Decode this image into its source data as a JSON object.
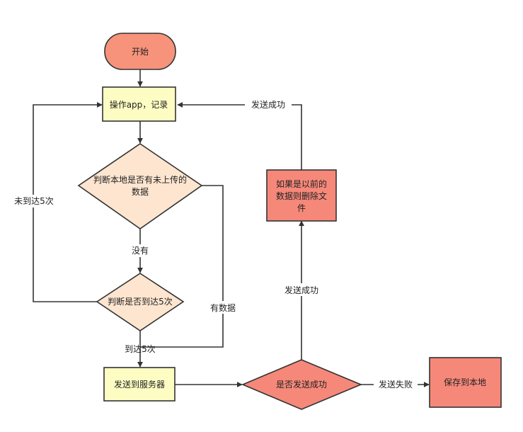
{
  "colors": {
    "terminal_fill": "#f7937b",
    "process_fill": "#fdfdc3",
    "decision_fill": "#fde5cf",
    "action_fill": "#f6887a",
    "stroke": "#333333"
  },
  "nodes": {
    "start": "开始",
    "operate": "操作app，记录",
    "check_local_line1": "判断本地是否有未上传的",
    "check_local_line2": "数据",
    "check_five": "判断是否到达5次",
    "send_server": "发送到服务器",
    "send_ok_decision": "是否发送成功",
    "delete_line1": "如果是以前的",
    "delete_line2": "数据则删除文",
    "delete_line3": "件",
    "save_local": "保存到本地"
  },
  "edges": {
    "no_data": "没有",
    "has_data": "有数据",
    "not_five": "未到达5次",
    "reached_five": "到达5次",
    "send_fail": "发送失败",
    "send_success_up": "发送成功",
    "send_success_top": "发送成功"
  }
}
